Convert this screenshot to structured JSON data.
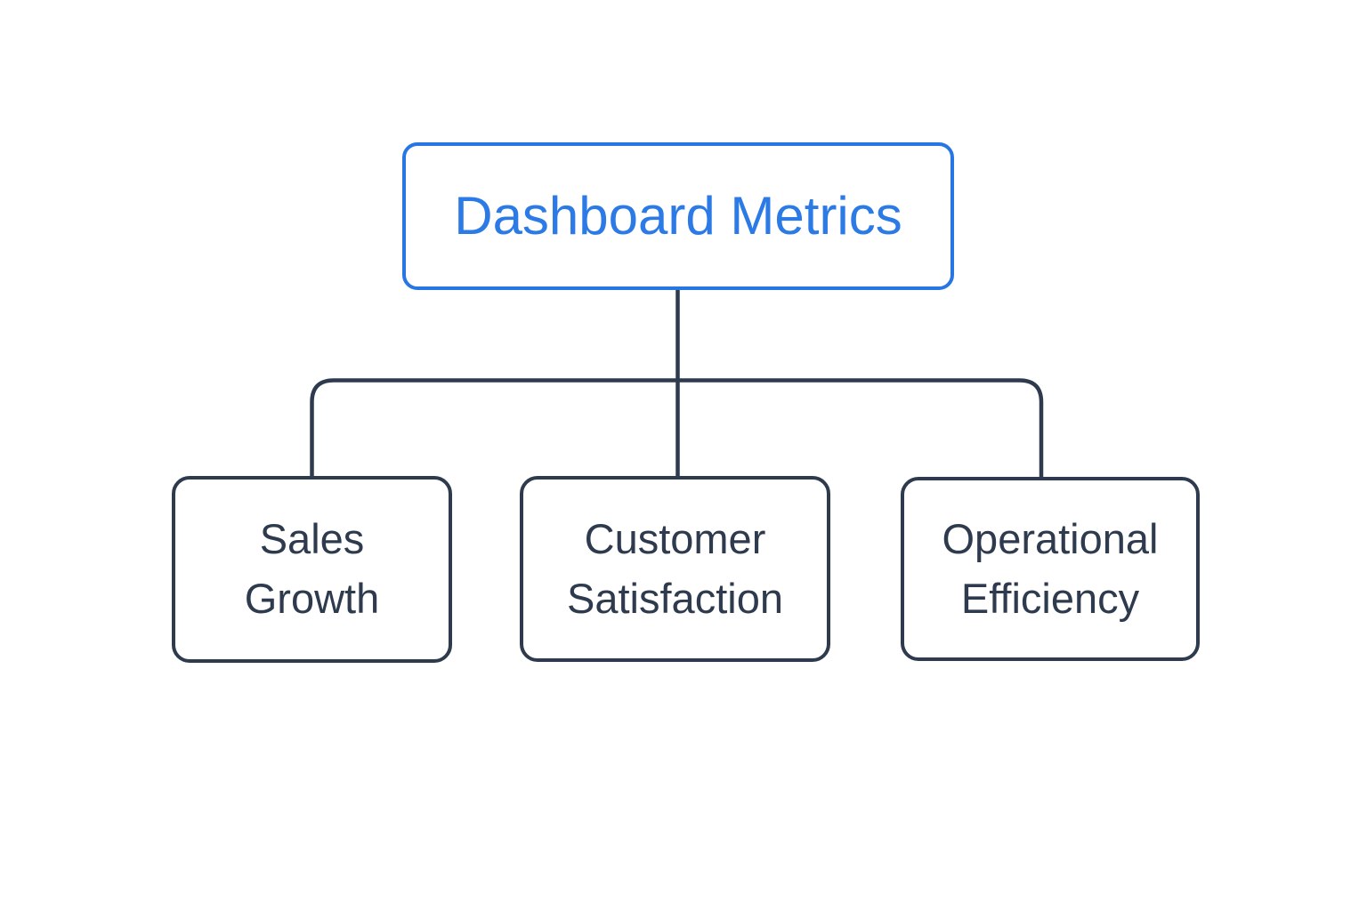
{
  "diagram": {
    "type": "hierarchy-flowchart",
    "root": {
      "id": "dashboard-metrics",
      "label": "Dashboard Metrics"
    },
    "children": [
      {
        "id": "sales-growth",
        "label": "Sales Growth"
      },
      {
        "id": "customer-satisfaction",
        "label": "Customer Satisfaction"
      },
      {
        "id": "operational-efficiency",
        "label": "Operational Efficiency"
      }
    ],
    "colors": {
      "background": "#ffffff",
      "root_border": "#2776e3",
      "root_text": "#2b7ae6",
      "child_border": "#2e3a4d",
      "child_text": "#2e3a4d",
      "connector": "#2e3a4d"
    }
  }
}
